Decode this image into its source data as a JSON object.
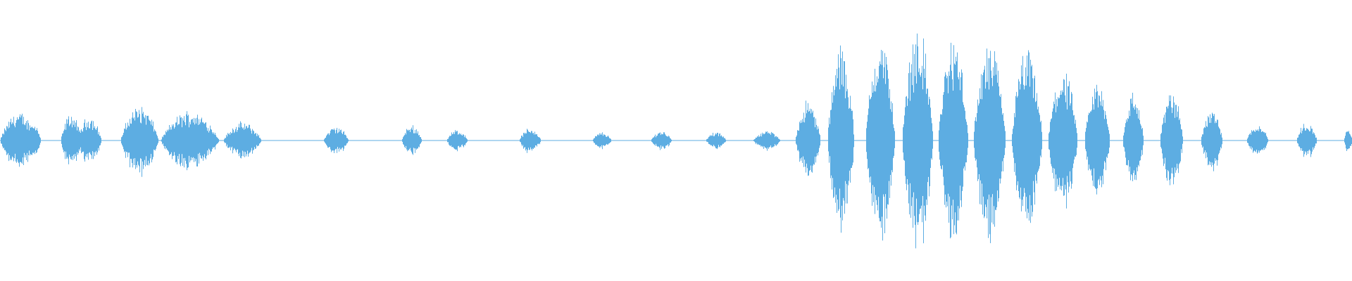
{
  "waveform": {
    "color": "#5DADE2",
    "baseline_color": "#5DADE2",
    "segments": [
      {
        "start": 0.0,
        "end": 0.027,
        "amp": 0.2
      },
      {
        "start": 0.018,
        "end": 0.03,
        "amp": 0.12
      },
      {
        "start": 0.045,
        "end": 0.06,
        "amp": 0.19
      },
      {
        "start": 0.057,
        "end": 0.075,
        "amp": 0.17
      },
      {
        "start": 0.089,
        "end": 0.117,
        "amp": 0.25
      },
      {
        "start": 0.119,
        "end": 0.162,
        "amp": 0.21
      },
      {
        "start": 0.165,
        "end": 0.193,
        "amp": 0.13
      },
      {
        "start": 0.239,
        "end": 0.258,
        "amp": 0.1
      },
      {
        "start": 0.297,
        "end": 0.312,
        "amp": 0.11
      },
      {
        "start": 0.33,
        "end": 0.346,
        "amp": 0.08
      },
      {
        "start": 0.384,
        "end": 0.4,
        "amp": 0.09
      },
      {
        "start": 0.438,
        "end": 0.452,
        "amp": 0.06
      },
      {
        "start": 0.481,
        "end": 0.497,
        "amp": 0.07
      },
      {
        "start": 0.522,
        "end": 0.537,
        "amp": 0.06
      },
      {
        "start": 0.557,
        "end": 0.577,
        "amp": 0.07
      },
      {
        "start": 0.588,
        "end": 0.607,
        "amp": 0.28
      },
      {
        "start": 0.612,
        "end": 0.632,
        "amp": 0.68
      },
      {
        "start": 0.64,
        "end": 0.662,
        "amp": 0.74
      },
      {
        "start": 0.667,
        "end": 0.69,
        "amp": 0.8
      },
      {
        "start": 0.694,
        "end": 0.716,
        "amp": 0.73
      },
      {
        "start": 0.72,
        "end": 0.744,
        "amp": 0.68
      },
      {
        "start": 0.748,
        "end": 0.771,
        "amp": 0.64
      },
      {
        "start": 0.775,
        "end": 0.797,
        "amp": 0.5
      },
      {
        "start": 0.802,
        "end": 0.821,
        "amp": 0.42
      },
      {
        "start": 0.83,
        "end": 0.846,
        "amp": 0.34
      },
      {
        "start": 0.858,
        "end": 0.875,
        "amp": 0.35
      },
      {
        "start": 0.888,
        "end": 0.904,
        "amp": 0.23
      },
      {
        "start": 0.922,
        "end": 0.938,
        "amp": 0.12
      },
      {
        "start": 0.959,
        "end": 0.974,
        "amp": 0.13
      },
      {
        "start": 0.994,
        "end": 1.0,
        "amp": 0.08
      }
    ]
  }
}
